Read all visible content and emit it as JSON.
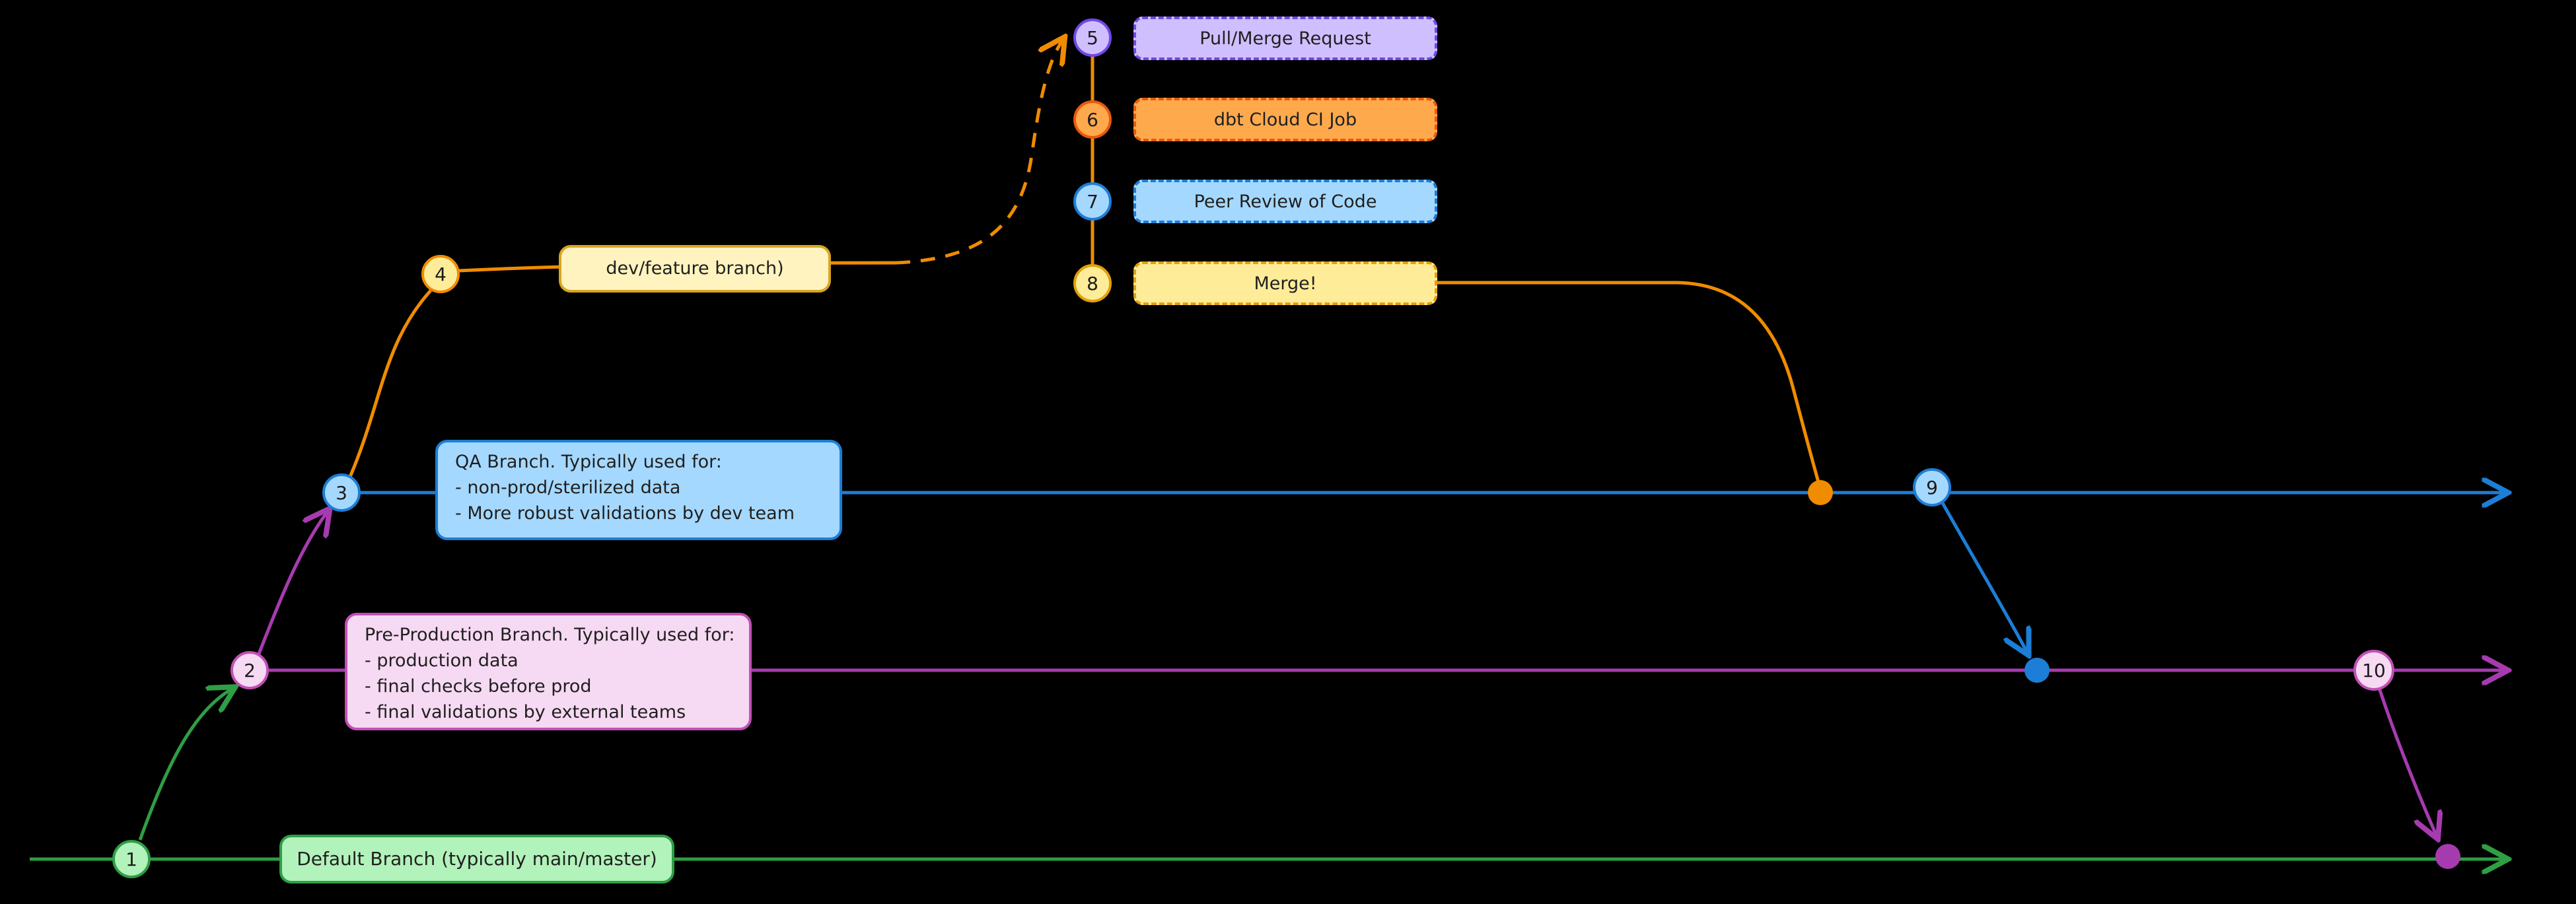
{
  "canvas": {
    "background": "#000000"
  },
  "colors": {
    "default_branch_green": "#2f9e44",
    "default_branch_fill": "#b2f2bb",
    "pre_production_purple": "#a63bb0",
    "pre_production_fill": "#f6d9f2",
    "qa_blue": "#1c7ed6",
    "qa_fill": "#a5d8ff",
    "dev_orange": "#f08c00",
    "dev_fill": "#fff3bf",
    "ci_job_orange_fill": "#ffa94d",
    "merge_yellow_fill": "#ffec99",
    "pull_request_violet_fill": "#d0bfff"
  },
  "nodes": {
    "n1": "1",
    "n2": "2",
    "n3": "3",
    "n4": "4",
    "n9": "9",
    "n10": "10"
  },
  "branches": {
    "default_branch": {
      "label": "Default Branch (typically main/master)"
    },
    "pre_production": {
      "title": "Pre-Production Branch. Typically used for:",
      "items": [
        "- production data",
        "- final checks before prod",
        "- final validations by external teams"
      ]
    },
    "qa": {
      "title": "QA Branch. Typically used for:",
      "items": [
        "- non-prod/sterilized data",
        "- More robust validations by dev team"
      ]
    },
    "dev_feature": {
      "label": "dev/feature branch)"
    }
  },
  "steps": [
    {
      "num": "5",
      "label": "Pull/Merge Request"
    },
    {
      "num": "6",
      "label": "dbt Cloud CI Job"
    },
    {
      "num": "7",
      "label": "Peer Review of Code"
    },
    {
      "num": "8",
      "label": "Merge!"
    }
  ]
}
